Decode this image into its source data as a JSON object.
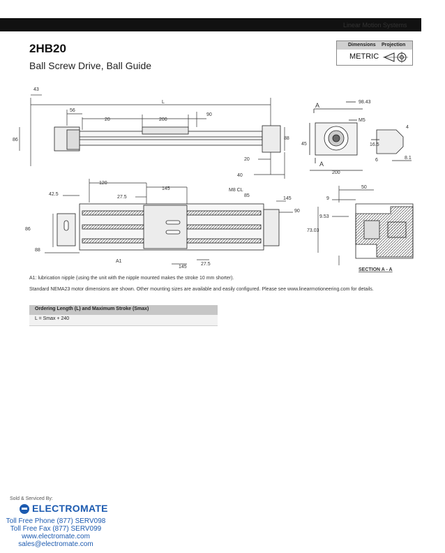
{
  "header": {
    "section": "Linear Motion Systems"
  },
  "product": {
    "model": "2HB20",
    "description": "Ball Screw Drive, Ball Guide"
  },
  "dimensions_box": {
    "col1": "Dimensions",
    "col2": "Projection",
    "units": "METRIC"
  },
  "drawing": {
    "labels": {
      "d43": "43",
      "d56": "56",
      "d20a": "20",
      "L": "L",
      "d200a": "200",
      "d90a": "90",
      "d86a": "86",
      "d88a": "88",
      "d20b": "20",
      "d40": "40",
      "A_top": "A",
      "A_bottom": "A",
      "d98_43": "98.43",
      "M5": "M5",
      "d45": "45",
      "d200b": "200",
      "d4": "4",
      "d16_5": "16.5",
      "d6": "6",
      "d8_1": "8.1",
      "d120": "120",
      "d145a": "145",
      "M8CL": "M8 CL",
      "d85": "85",
      "d42_5": "42.5",
      "d27_5a": "27.5",
      "d145b": "145",
      "d90b": "90",
      "d86b": "86",
      "d88b": "88",
      "A1": "A1",
      "d145c": "145",
      "d27_5b": "27.5",
      "d50": "50",
      "d9": "9",
      "d9_53": "9.53",
      "d73_03": "73.03",
      "section": "SECTION A - A"
    }
  },
  "notes": {
    "a1": "A1: lubrication nipple (using the unit with the nipple mounted makes the stroke 10 mm shorter).",
    "standard": "Standard NEMA23 motor dimensions are shown. Other mounting sizes are available and easily configured. Please see www.linearmotioneering.com for details."
  },
  "ordering_table": {
    "header": "Ordering Length (L) and Maximum Stroke (Smax)",
    "rows": [
      "L = Smax + 240"
    ]
  },
  "footer": {
    "sold_by": "Sold & Serviced By:",
    "brand": "ELECTROMATE",
    "phone": "Toll Free Phone (877) SERV098",
    "fax": "Toll Free Fax (877) SERV099",
    "web": "www.electromate.com",
    "email": "sales@electromate.com"
  }
}
